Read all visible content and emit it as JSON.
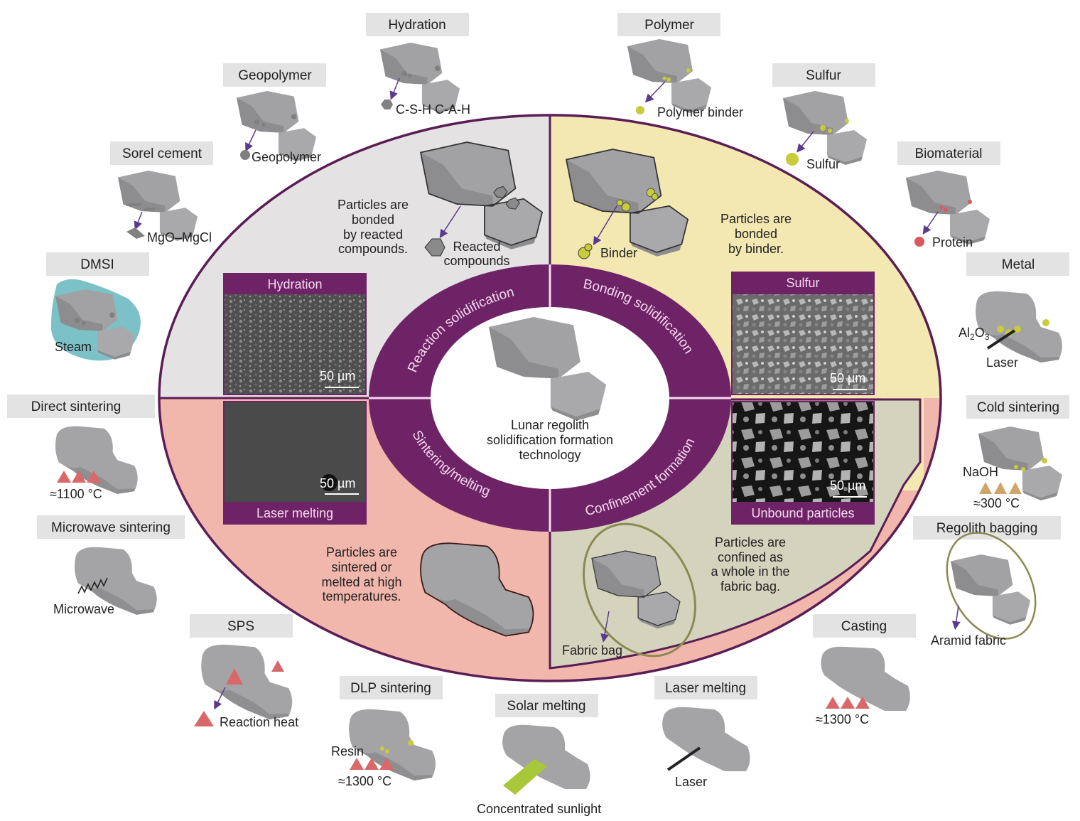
{
  "center": {
    "title_lines": [
      "Lunar regolith",
      "solidification formation",
      "technology"
    ]
  },
  "ring_segments": [
    {
      "id": "reaction",
      "label": "Reaction solidification",
      "quadrant": "top-left"
    },
    {
      "id": "bonding",
      "label": "Bonding solidification",
      "quadrant": "top-right"
    },
    {
      "id": "sintering",
      "label": "Sintering/melting",
      "quadrant": "bottom-left"
    },
    {
      "id": "confinement",
      "label": "Confinement formation",
      "quadrant": "bottom-right"
    }
  ],
  "quadrants": {
    "reaction": {
      "color": "#e4e2e2",
      "description_lines": [
        "Particles are",
        "bonded",
        "by reacted",
        "compounds."
      ],
      "legend_lines": [
        "Reacted",
        "compounds"
      ],
      "sem_image": {
        "title": "Hydration",
        "scale": "50 µm"
      }
    },
    "bonding": {
      "color": "#f3e7b2",
      "description_lines": [
        "Particles are",
        "bonded",
        "by binder."
      ],
      "legend": "Binder",
      "sem_image": {
        "title": "Sulfur",
        "scale": "50 µm"
      }
    },
    "sintering": {
      "color": "#f2b7ac",
      "description_lines": [
        "Particles are",
        "sintered or",
        "melted at high",
        "temperatures."
      ],
      "sem_image": {
        "title": "Laser melting",
        "scale": "50 µm"
      }
    },
    "confinement": {
      "color": "#d4d3bd",
      "description_lines": [
        "Particles are",
        "confined as",
        "a whole in the",
        "fabric bag."
      ],
      "legend": "Fabric bag",
      "sem_image": {
        "title": "Unbound particles",
        "scale": "50 µm"
      }
    }
  },
  "methods": [
    {
      "id": "hydration",
      "label": "Hydration",
      "caption": "C-S-H C-A-H",
      "category": "reaction"
    },
    {
      "id": "geopolymer",
      "label": "Geopolymer",
      "caption": "Geopolymer",
      "category": "reaction"
    },
    {
      "id": "sorel",
      "label": "Sorel cement",
      "caption": "MgO–MgCl",
      "category": "reaction"
    },
    {
      "id": "dmsi",
      "label": "DMSI",
      "caption": "Steam",
      "category": "reaction"
    },
    {
      "id": "polymer",
      "label": "Polymer",
      "caption": "Polymer binder",
      "category": "bonding"
    },
    {
      "id": "sulfur",
      "label": "Sulfur",
      "caption": "Sulfur",
      "category": "bonding"
    },
    {
      "id": "biomaterial",
      "label": "Biomaterial",
      "caption": "Protein",
      "category": "bonding"
    },
    {
      "id": "metal",
      "label": "Metal",
      "caption_main": "Al",
      "caption_sub1": "2",
      "caption_mid": "O",
      "caption_sub2": "3",
      "caption2": "Laser",
      "category": "bonding"
    },
    {
      "id": "cold",
      "label": "Cold sintering",
      "caption": "NaOH",
      "caption2": "≈300 °C",
      "category": "bonding"
    },
    {
      "id": "bagging",
      "label": "Regolith bagging",
      "caption": "Aramid fabric",
      "category": "confinement"
    },
    {
      "id": "casting",
      "label": "Casting",
      "caption": "≈1300 °C",
      "category": "sintering"
    },
    {
      "id": "lasermelt",
      "label": "Laser melting",
      "caption": "Laser",
      "category": "sintering"
    },
    {
      "id": "solar",
      "label": "Solar melting",
      "caption": "Concentrated sunlight",
      "category": "sintering"
    },
    {
      "id": "dlp",
      "label": "DLP sintering",
      "caption": "Resin",
      "caption2": "≈1300 °C",
      "category": "sintering"
    },
    {
      "id": "sps",
      "label": "SPS",
      "caption": "Reaction heat",
      "category": "sintering"
    },
    {
      "id": "microwave",
      "label": "Microwave sintering",
      "caption": "Microwave",
      "category": "sintering"
    },
    {
      "id": "direct",
      "label": "Direct sintering",
      "caption": "≈1100 °C",
      "category": "sintering"
    }
  ],
  "colors": {
    "ring": "#6e2367",
    "ring_text": "#f6d9ef",
    "outline": "#5a1d55",
    "heat": "#d9686a",
    "cold_heat": "#d1a46a",
    "binder": "#c8cc3a",
    "protein": "#d9595f",
    "steam": "#7cc1c8",
    "fabric": "#8a8a52",
    "sunlight": "#a8c83a",
    "arrow": "#5b3a8c"
  }
}
